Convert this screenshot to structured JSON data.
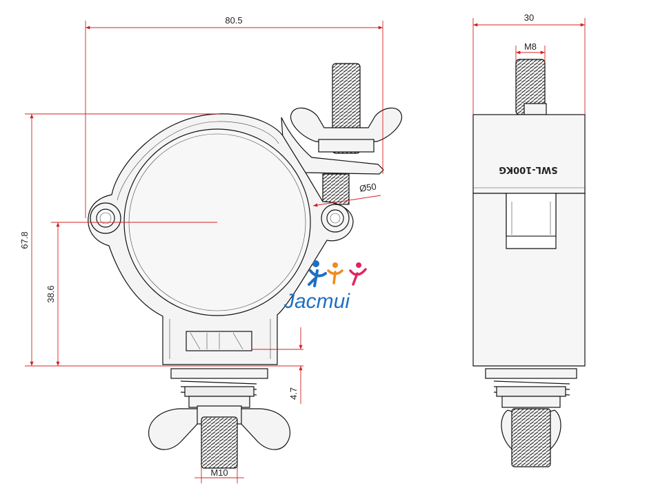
{
  "dimensions": {
    "overall_width": "80.5",
    "overall_height": "67.8",
    "center_height": "38.6",
    "bottom_gap": "4.7",
    "tube_diameter": "Ø50",
    "bolt_bottom": "M10",
    "side_width": "30",
    "bolt_top": "M8"
  },
  "markings": {
    "load_rating": "SWL-100KG"
  },
  "brand": {
    "logo_text": "Jacmui"
  },
  "colors": {
    "dimension_line": "#d42020",
    "outline": "#111111",
    "metal_fill": "#f4f4f4",
    "brand_blue": "#1d6fc4",
    "brand_orange": "#f08a1c",
    "brand_red": "#e0245e"
  }
}
